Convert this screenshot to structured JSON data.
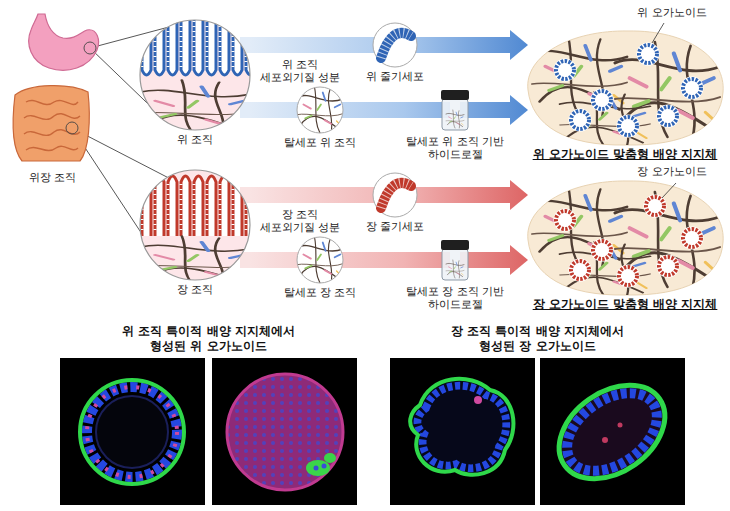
{
  "diagram": {
    "nodes": [
      {
        "text": [
          "위장 조직"
        ]
      },
      {
        "text": [
          "위 조직"
        ]
      },
      {
        "text": [
          "위 줄기세포"
        ]
      },
      {
        "text": [
          "탈세포 위 조직"
        ]
      },
      {
        "text": [
          "탈세포 위 조직 기반 하이드로젤"
        ]
      },
      {
        "text": [
          "위 오가노이드 맞춤형 배양 지지체"
        ]
      },
      {
        "text": [
          "장 조직"
        ]
      },
      {
        "text": [
          "장 줄기세포"
        ]
      },
      {
        "text": [
          "탈세포 장 조직"
        ]
      },
      {
        "text": [
          "탈세포 장 조직 기반 하이드로젤"
        ]
      },
      {
        "text": [
          "장 오가노이드 맞춤형 배양 지지체"
        ]
      },
      {
        "text": [
          "위 조직 특이적 배양 지지체에서 형성된 위 오가노이드"
        ]
      },
      {
        "text": [
          "장 조직 특이적 배양 지지체에서 형성된 장 오가노이드"
        ]
      }
    ],
    "edges": [
      {
        "from": 0,
        "to": 1,
        "arrow": "none"
      },
      {
        "from": 0,
        "to": 6,
        "arrow": "none"
      },
      {
        "from": 1,
        "to": 2,
        "arrow": "none"
      },
      {
        "from": 2,
        "to": 5,
        "arrow": "to"
      },
      {
        "from": 1,
        "to": 3,
        "arrow": "none"
      },
      {
        "from": 3,
        "to": 4,
        "arrow": "none"
      },
      {
        "from": 4,
        "to": 5,
        "arrow": "to"
      },
      {
        "from": 6,
        "to": 7,
        "arrow": "none"
      },
      {
        "from": 7,
        "to": 10,
        "arrow": "to"
      },
      {
        "from": 6,
        "to": 8,
        "arrow": "none"
      },
      {
        "from": 8,
        "to": 9,
        "arrow": "none"
      },
      {
        "from": 9,
        "to": 10,
        "arrow": "to"
      }
    ],
    "labels": [
      "위 조직 세포외기질 성분",
      "위 오가노이드",
      "장 조직 세포외기질 성분",
      "장 오가노이드"
    ]
  }
}
